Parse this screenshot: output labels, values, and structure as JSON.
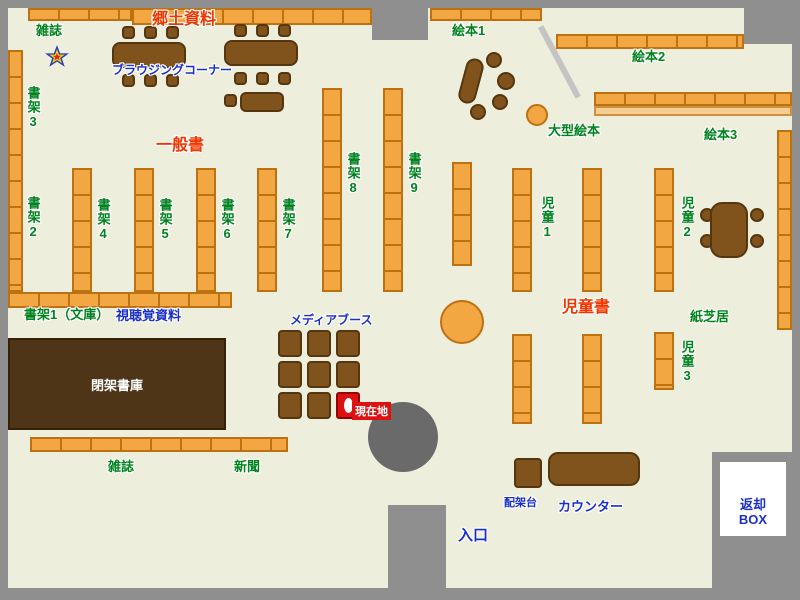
{
  "colors": {
    "floor": "#EDEEDC",
    "wall": "#8F8F8F",
    "shelf_orange": "#F2A742",
    "shelf_border": "#BD7110",
    "furniture_brown": "#80521C",
    "closed_stacks_brown": "#4F3517",
    "label_green": "#00821E",
    "label_red": "#F03500",
    "label_blue": "#1A2FC8",
    "marker_red": "#DD1111"
  },
  "labels": {
    "magazines_top": "雑誌",
    "local_history": "郷土資料",
    "browsing_corner": "ブラウジングコーナー",
    "general_books": "一般書",
    "shelf3_wall": "書架3",
    "shelf2_wall": "書架2",
    "shelf4": "書架4",
    "shelf5": "書架5",
    "shelf6": "書架6",
    "shelf7": "書架7",
    "shelf8": "書架8",
    "shelf9": "書架9",
    "shelf1_bunko": "書架1（文庫）",
    "av_materials": "視聴覚資料",
    "closed_stacks": "閉架書庫",
    "magazines_bottom": "雑誌",
    "newspapers": "新聞",
    "media_booth": "メディアブース",
    "current_location": "現在地",
    "picture_book1": "絵本1",
    "picture_book2": "絵本2",
    "picture_book3": "絵本3",
    "large_picture_books": "大型絵本",
    "children_books": "児童書",
    "children1": "児童1",
    "children2": "児童2",
    "children3": "児童3",
    "kamishibai": "紙芝居",
    "entrance": "入口",
    "counter": "カウンター",
    "sorting_table": "配架台",
    "return_box_line1": "返却",
    "return_box_line2": "BOX"
  }
}
